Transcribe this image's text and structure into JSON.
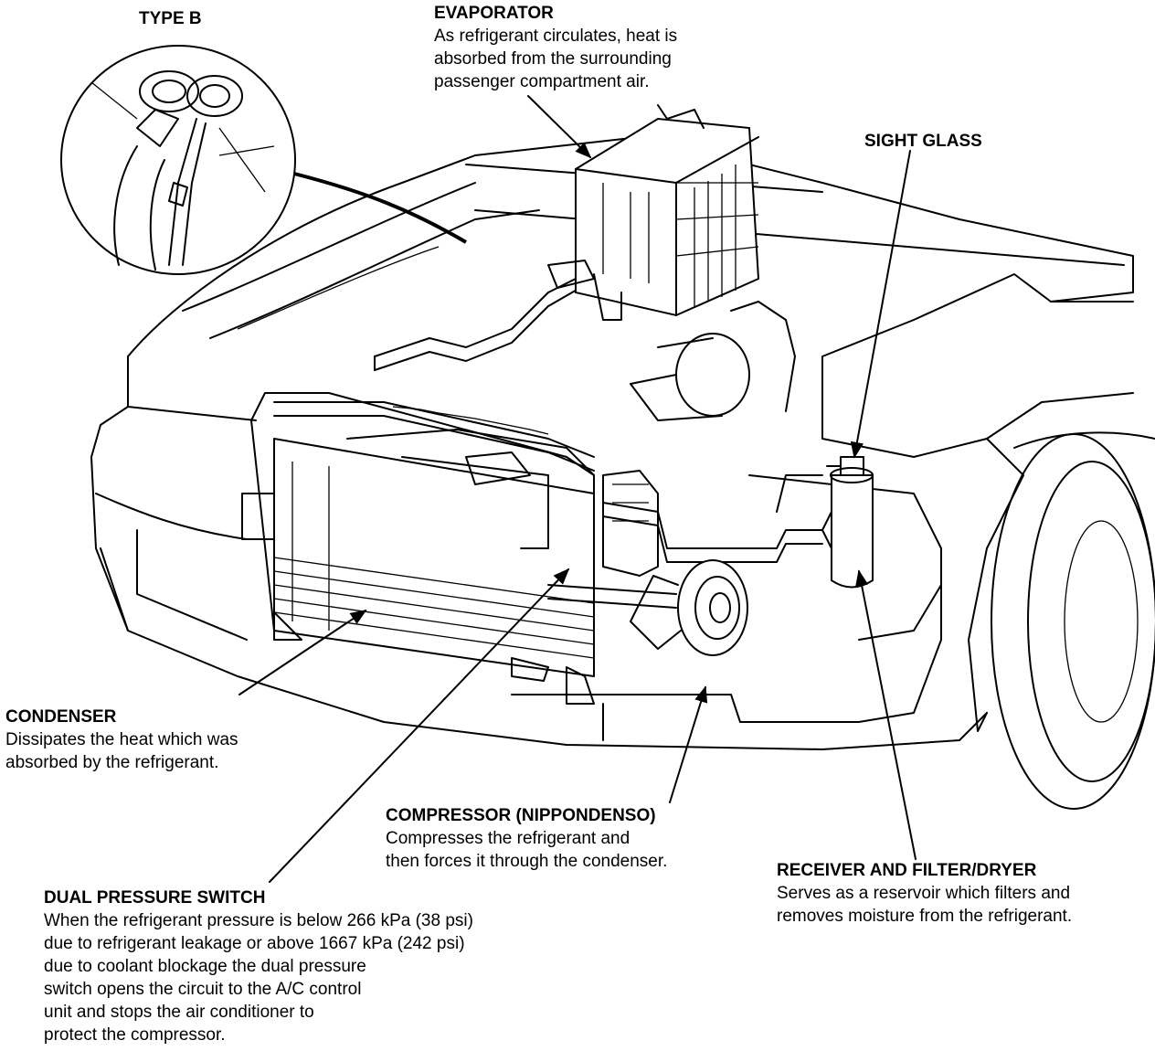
{
  "callouts": {
    "type_b": {
      "title": "TYPE B"
    },
    "evaporator": {
      "title": "EVAPORATOR",
      "body": "As refrigerant circulates, heat is\nabsorbed from the surrounding\npassenger compartment air."
    },
    "sight_glass": {
      "title": "SIGHT GLASS"
    },
    "condenser": {
      "title": "CONDENSER",
      "body": "Dissipates the heat which was\nabsorbed by the refrigerant."
    },
    "compressor": {
      "title": "COMPRESSOR (NIPPONDENSO)",
      "body": "Compresses the refrigerant and\nthen forces it through the condenser."
    },
    "receiver": {
      "title": "RECEIVER AND FILTER/DRYER",
      "body": "Serves as a reservoir which filters and\nremoves moisture from the refrigerant."
    },
    "dual_pressure_switch": {
      "title": "DUAL PRESSURE SWITCH",
      "body": "When the refrigerant pressure is below 266 kPa (38 psi)\ndue to refrigerant leakage or above 1667 kPa (242 psi)\ndue to coolant blockage the dual pressure\nswitch opens the circuit to the A/C control\nunit and stops the air conditioner to\nprotect the compressor."
    }
  }
}
